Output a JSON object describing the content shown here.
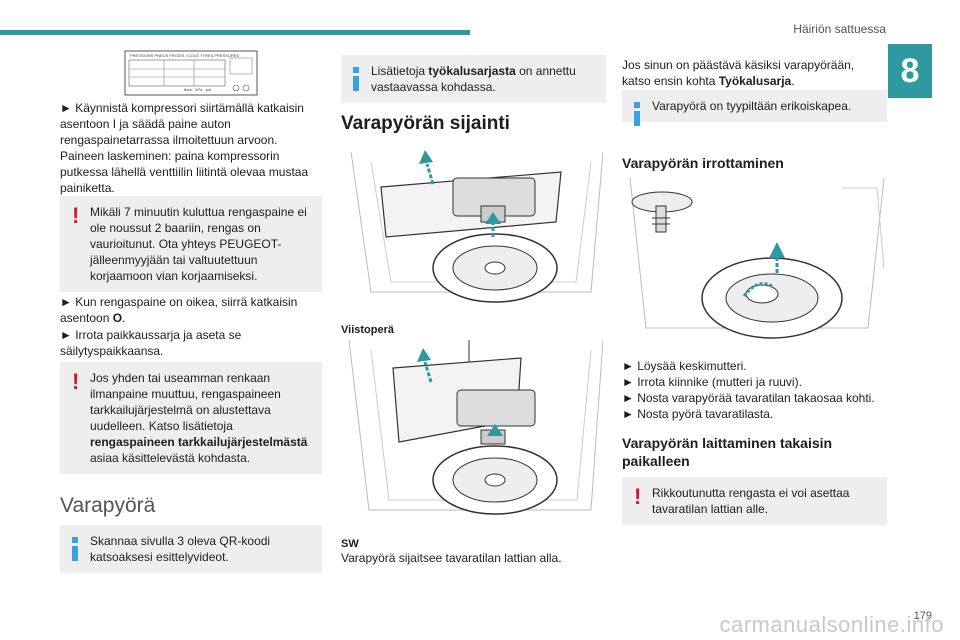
{
  "header": {
    "section_title": "Häiriön sattuessa",
    "chapter_number": "8"
  },
  "label_figure": {
    "line1": "PRESSIONS PNEUS FROIDS / COLD TYRES PRESSURES",
    "line2": "bars · kPa · psi"
  },
  "col1": {
    "p1": "► Käynnistä kompressori siirtämällä katkaisin asentoon I ja säädä paine auton rengaspainetarrassa ilmoitettuun arvoon. Paineen laskeminen: paina kompressorin putkessa lähellä venttiilin liitintä olevaa mustaa painiketta.",
    "warn1": "Mikäli 7 minuutin kuluttua rengaspaine ei ole noussut 2 baariin, rengas on vaurioitunut. Ota yhteys PEUGEOT-jälleenmyyjään tai valtuutettuun korjaamoon vian korjaamiseksi.",
    "p2a": "► Kun rengaspaine on oikea, siirrä katkaisin asentoon ",
    "p2b": "O",
    "p2c": ".",
    "p3": "► Irrota paikkaussarja ja aseta se säilytyspaikkaansa.",
    "warn2a": "Jos yhden tai useamman renkaan ilmanpaine muuttuu, rengaspaineen tarkkailujärjestelmä on alustettava uudelleen. Katso lisätietoja ",
    "warn2b": "rengaspaineen tarkkailujärjestelmästä",
    "warn2c": " asiaa käsittelevästä kohdasta.",
    "heading": "Varapyörä",
    "info1": "Skannaa sivulla 3 oleva QR-koodi katsoaksesi esittelyvideot."
  },
  "col2": {
    "info_a": "Lisätietoja ",
    "info_b": "työkalusarjasta",
    "info_c": " on annettu vastaavassa kohdassa.",
    "heading": "Varapyörän sijainti",
    "caption1": "Viistoperä",
    "caption2": "SW",
    "caption3": "Varapyörä sijaitsee tavaratilan lattian alla."
  },
  "col3": {
    "p1a": "Jos sinun on päästävä käsiksi varapyörään, katso ensin kohta ",
    "p1b": "Työkalusarja",
    "p1c": ".",
    "info1": "Varapyörä on tyypiltään erikoiskapea.",
    "heading1": "Varapyörän irrottaminen",
    "steps": [
      "► Löysää keskimutteri.",
      "► Irrota kiinnike (mutteri ja ruuvi).",
      "► Nosta varapyörää tavaratilan takaosaa kohti.",
      "► Nosta pyörä tavaratilasta."
    ],
    "heading2": "Varapyörän laittaminen takaisin paikalleen",
    "warn1": "Rikkoutunutta rengasta ei voi asettaa tavaratilan lattian alle."
  },
  "footer": {
    "page_number": "179",
    "watermark": "carmanualsonline.info"
  },
  "colors": {
    "accent": "#2e9aa0",
    "warning": "#d4192c",
    "info": "#3aa0e0",
    "box_bg": "#eeeeee"
  }
}
